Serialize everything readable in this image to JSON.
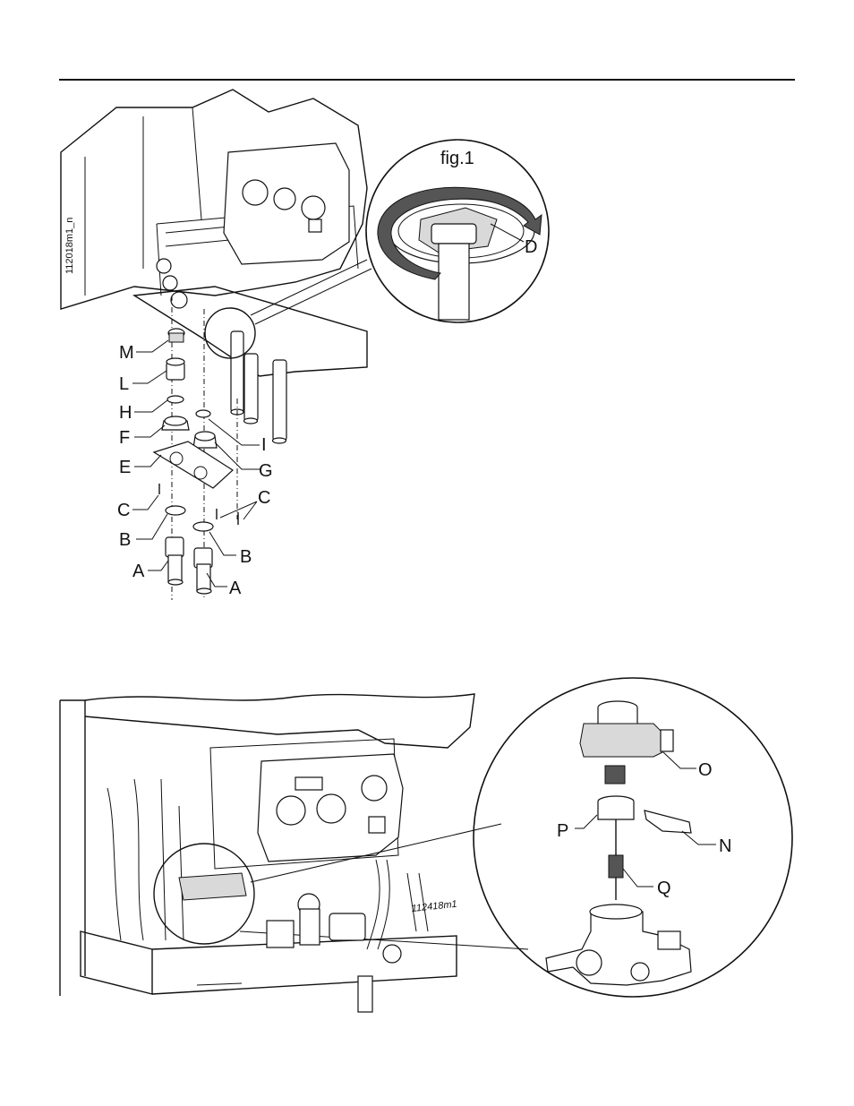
{
  "figure_top": {
    "inset_title": "fig.1",
    "drawing_code": "112018m1_n",
    "labels": {
      "D": "D",
      "M": "M",
      "L": "L",
      "H": "H",
      "F": "F",
      "E": "E",
      "C1": "C",
      "B1": "B",
      "A1": "A",
      "I": "I",
      "G": "G",
      "C2": "C",
      "B2": "B",
      "A2": "A"
    }
  },
  "figure_bottom": {
    "drawing_code": "112418m1",
    "labels": {
      "O": "O",
      "P": "P",
      "N": "N",
      "Q": "Q"
    }
  }
}
